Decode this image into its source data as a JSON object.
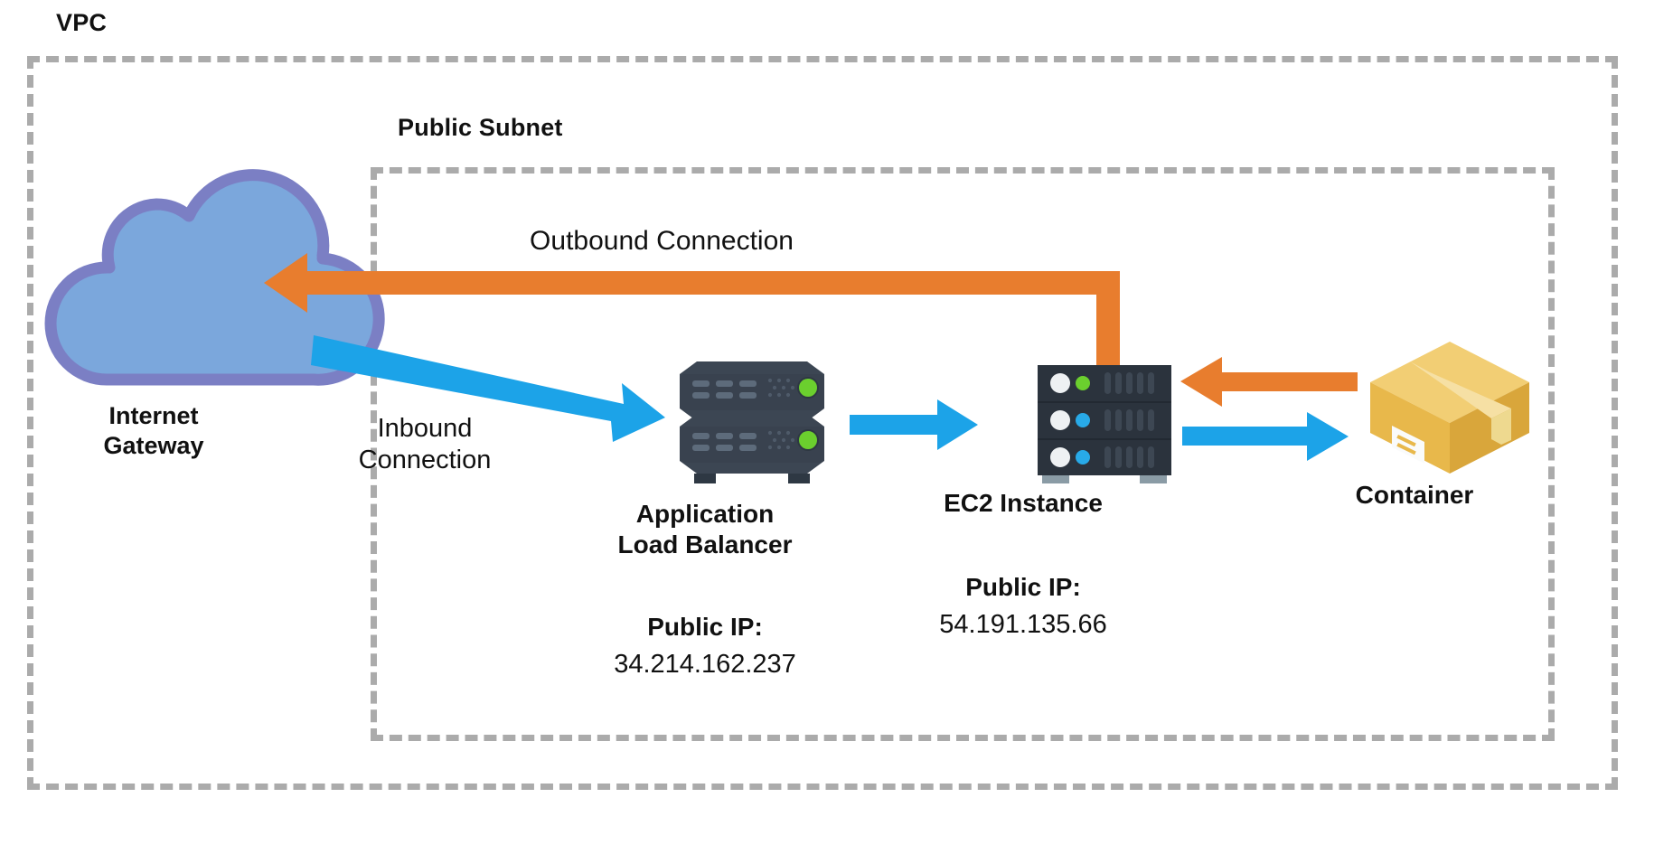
{
  "diagram": {
    "title": "AWS VPC public subnet architecture",
    "type": "network-architecture"
  },
  "containers": {
    "vpc": {
      "label": "VPC",
      "border_style": "dashed",
      "border_color": "#ababab"
    },
    "subnet": {
      "label": "Public Subnet",
      "border_style": "dashed",
      "border_color": "#ababab"
    }
  },
  "nodes": {
    "internet_gateway": {
      "label": "Internet\nGateway",
      "icon": "cloud-icon",
      "fill": "#7BA7DC",
      "stroke": "#7B7FC4"
    },
    "load_balancer": {
      "label": "Application\nLoad Balancer",
      "icon": "stacked-server-icon",
      "ip_label": "Public IP:",
      "ip_value": "34.214.162.237",
      "body_color": "#343E4A",
      "led_color": "#6BCF2E"
    },
    "ec2_instance": {
      "label": "EC2 Instance",
      "icon": "rack-server-icon",
      "ip_label": "Public IP:",
      "ip_value": "54.191.135.66",
      "body_color": "#2B333D",
      "led_green": "#6BCF2E",
      "led_blue": "#28AAE8"
    },
    "container": {
      "label": "Container",
      "icon": "package-box-icon",
      "top_color": "#F2CE74",
      "left_color": "#E8B84B",
      "right_color": "#D9A63B",
      "tape_color": "#F6E0A4"
    }
  },
  "connections": [
    {
      "name": "inbound-connection",
      "label": "Inbound\nConnection",
      "color": "#1CA3E8",
      "from": "internet_gateway",
      "to": "load_balancer",
      "direction": "right"
    },
    {
      "name": "lb-to-ec2",
      "label": "",
      "color": "#1CA3E8",
      "from": "load_balancer",
      "to": "ec2_instance",
      "direction": "right"
    },
    {
      "name": "ec2-to-container",
      "label": "",
      "color": "#1CA3E8",
      "from": "ec2_instance",
      "to": "container",
      "direction": "right"
    },
    {
      "name": "container-to-ec2",
      "label": "",
      "color": "#E87D2E",
      "from": "container",
      "to": "ec2_instance",
      "direction": "left"
    },
    {
      "name": "outbound-connection",
      "label": "Outbound Connection",
      "color": "#E87D2E",
      "from": "ec2_instance",
      "to": "internet_gateway",
      "direction": "left"
    }
  ],
  "colors": {
    "blue_arrow": "#1CA3E8",
    "orange_arrow": "#E87D2E",
    "dashed_border": "#ababab",
    "text": "#111111"
  }
}
